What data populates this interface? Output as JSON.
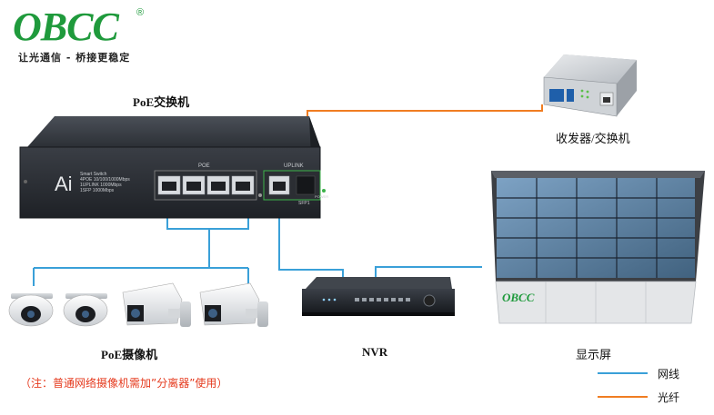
{
  "logo": {
    "text": "OBCC",
    "registered": "®",
    "slogan": "让光通信 - 桥接更稳定"
  },
  "labels": {
    "switch": "PoE交换机",
    "converter": "收发器/交换机",
    "cameras": "PoE摄像机",
    "nvr": "NVR",
    "display": "显示屏"
  },
  "switch_panel": {
    "brand": "Ai",
    "spec_title": "Smart Switch",
    "spec_line1": "4POE 10/100/1000Mbps",
    "spec_line2": "1UPLINK 1000Mbps",
    "spec_line3": "1SFP 1000Mbps",
    "poe_label": "POE",
    "uplink_label": "UPLINK",
    "sfp_label": "SFP1",
    "power_label": "POWER"
  },
  "display_logo": "OBCC",
  "note": "（注：普通网络摄像机需加”分离器”使用）",
  "legend": {
    "items": [
      {
        "label": "网线",
        "color": "#3aa0d8"
      },
      {
        "label": "光纤",
        "color": "#f07d22"
      }
    ]
  },
  "colors": {
    "network_cable": "#3aa0d8",
    "fiber": "#f07d22",
    "logo_green": "#1f9a3c",
    "note_red": "#e53a1e"
  }
}
